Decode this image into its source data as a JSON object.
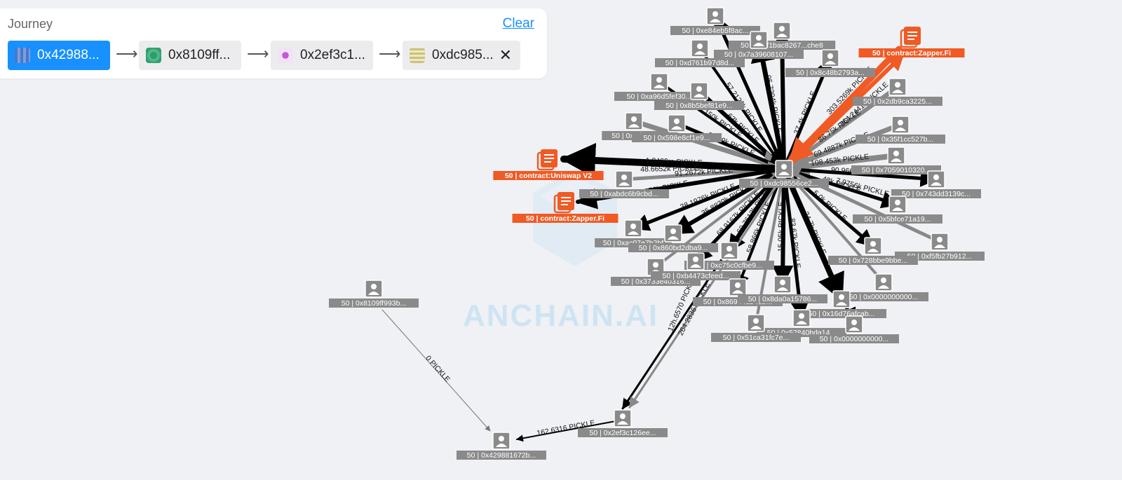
{
  "journey": {
    "title": "Journey",
    "clear_label": "Clear",
    "steps": [
      {
        "label": "0x42988...",
        "active": true
      },
      {
        "label": "0x8109ff..."
      },
      {
        "label": "0x2ef3c1..."
      },
      {
        "label": "0xdc985...",
        "closable": true
      }
    ],
    "arrow": "⟶",
    "close_symbol": "✕"
  },
  "watermark": "ANCHAIN.AI",
  "graph": {
    "hub": {
      "label": "50 | 0xdc98556ce2..."
    },
    "nodes": [
      {
        "id": "n1",
        "label": "50 | 0xe84eb5f8ac..."
      },
      {
        "id": "n2",
        "label": "50 | 0xdf1bac8267...che8"
      },
      {
        "id": "n3",
        "label": "50 | 0x7a39608107..."
      },
      {
        "id": "n4",
        "label": "50 | 0xd761b97d8d..."
      },
      {
        "id": "n5",
        "label": "50 | 0x8c48b2793a..."
      },
      {
        "id": "n6",
        "label": "50 | 0xa96d5fef30..."
      },
      {
        "id": "n7",
        "label": "50 | 0x8b5bef81e9..."
      },
      {
        "id": "n8",
        "label": "50 | 0x2db9ca3225..."
      },
      {
        "id": "n9",
        "label": "50 | 0x5d31..."
      },
      {
        "id": "n10",
        "label": "50 | 0x598e8cf1e9..."
      },
      {
        "id": "n11",
        "label": "50 | 0x35f1cc527b..."
      },
      {
        "id": "n12",
        "label": "50 | 0x7059010320..."
      },
      {
        "id": "n13",
        "label": "50 | 0xabdc6b9cbd..."
      },
      {
        "id": "n14",
        "label": "50 | 0x743dd3139c..."
      },
      {
        "id": "n15",
        "label": "50 | 0x5bfce71a19..."
      },
      {
        "id": "n16",
        "label": "50 | 0xac07e7b2bf"
      },
      {
        "id": "n17",
        "label": "50 | 0x860bd2dba9..."
      },
      {
        "id": "n18",
        "label": "50 | 0xf5fb27b912..."
      },
      {
        "id": "n19",
        "label": "50 | 0xc75c0cfbe9..."
      },
      {
        "id": "n20",
        "label": "50 | 0x728bbe9bbe..."
      },
      {
        "id": "n21",
        "label": "50 | 0x3733e40316..."
      },
      {
        "id": "n22",
        "label": "50 | 0xb4473cfeed..."
      },
      {
        "id": "n23",
        "label": "50 | 0x0000000000..."
      },
      {
        "id": "n24",
        "label": "50 | 0x86944a54db..."
      },
      {
        "id": "n25",
        "label": "50 | 0x8da0a15786..."
      },
      {
        "id": "n26",
        "label": "50 | 0x16d76afcab..."
      },
      {
        "id": "n27",
        "label": "50 | 0x52840bda14..."
      },
      {
        "id": "n28",
        "label": "50 | 0x51ca31fc7e..."
      },
      {
        "id": "n29",
        "label": "50 | 0x0000000000..."
      },
      {
        "id": "n30",
        "label": "50 | 0x2ef3c126ee..."
      },
      {
        "id": "n31",
        "label": "50 | 0x8109ff993b..."
      },
      {
        "id": "n32",
        "label": "50 | 0x429881672b..."
      }
    ],
    "contracts": [
      {
        "id": "c1",
        "label": "50 | contract:Zapper.Fi"
      },
      {
        "id": "c2",
        "label": "50 | contract:Uniswap V2"
      },
      {
        "id": "c3",
        "label": "50 | contract:Zapper.Fi"
      }
    ],
    "edge_labels": [
      "1.8409m PICKLE",
      "48.6652k PICKLE",
      "91.2672k PICKLE",
      "150k PICKLE",
      "38.1976k PICKLE",
      "35.8830k PICKLE",
      "60.7612k PICKLE",
      "68.9167k PICKLE",
      "303.5269k PICKLE",
      "264.2441k PICKLE",
      "32.40...",
      "90.9660k PICKLE",
      "7.9756k PICKLE",
      "12h.6570 PICKLE",
      "264.2836 PICKLE",
      "162.6316 PICKLE",
      "0 PICKLE",
      "57.2122k PICKLE",
      "150k PICKLE",
      "63k PICKLE",
      "133.9k PICKLE",
      "95.7204k PICKLE",
      "37.4k PICKLE",
      "83.67k PICKLE",
      "58.866k PICKLE",
      "15.05k PICKLE",
      "34.7k PICKLE",
      "43k PICKLE",
      "69.4887k PICKLE",
      "108.453k PICKLE",
      "86.75k PICKLE",
      "5.0k PICKLE"
    ]
  }
}
